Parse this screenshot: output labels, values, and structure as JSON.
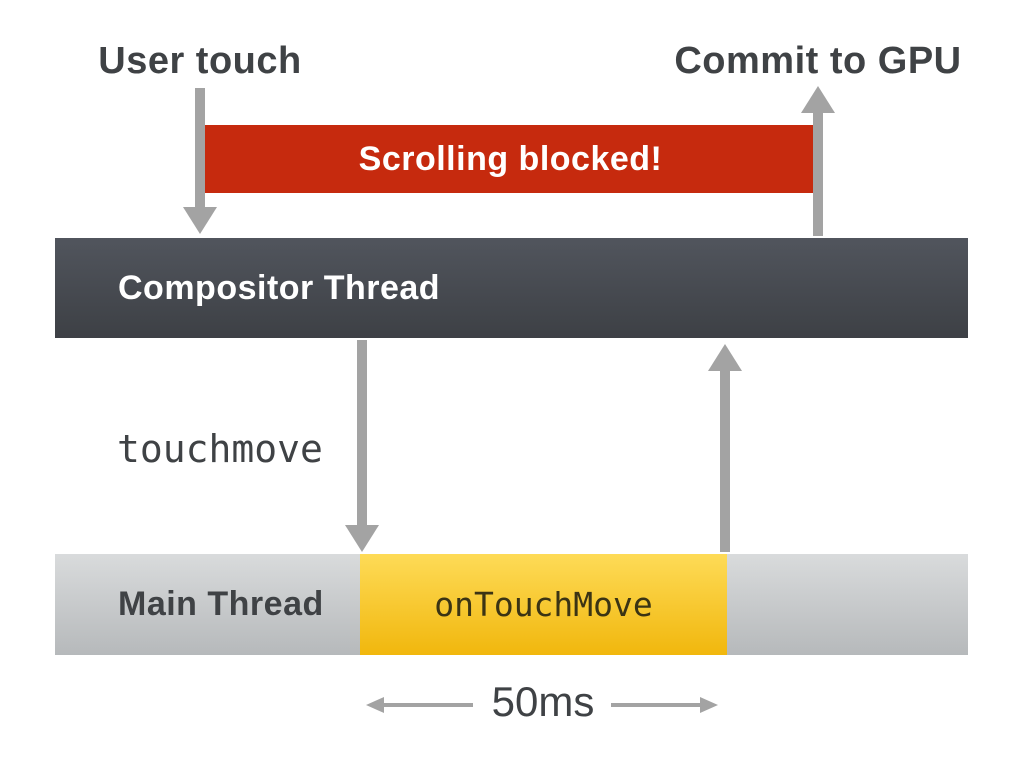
{
  "labels": {
    "user_touch": "User touch",
    "commit_gpu": "Commit to GPU",
    "scrolling_blocked": "Scrolling blocked!",
    "compositor_thread": "Compositor Thread",
    "touchmove": "touchmove",
    "main_thread": "Main Thread",
    "ontouchmove": "onTouchMove",
    "duration": "50ms"
  },
  "icons": {
    "user_touch_arrow": "arrow-down",
    "commit_gpu_arrow": "arrow-up",
    "touchmove_arrow": "arrow-down",
    "reply_arrow": "arrow-up",
    "duration_left_arrow": "arrow-left",
    "duration_right_arrow": "arrow-right"
  },
  "colors": {
    "blocked_bar": "#c62a0e",
    "compositor_top": "#51555d",
    "compositor_bottom": "#3d4045",
    "main_top": "#d9dbdc",
    "main_bottom": "#b6b9bb",
    "busy_top": "#fedb57",
    "busy_bottom": "#f1b70d",
    "arrow": "#a3a3a3",
    "text_dark": "#3f4245",
    "text_light": "#ffffff",
    "background": "#ffffff"
  }
}
